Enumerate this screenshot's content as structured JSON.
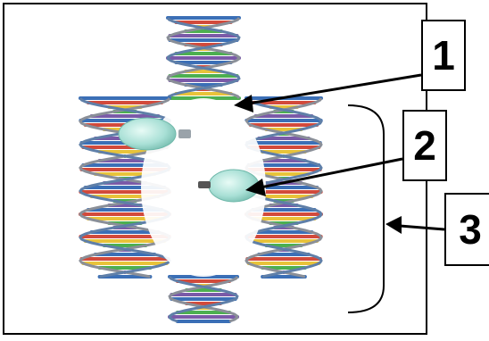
{
  "diagram": {
    "callouts": [
      {
        "id": "1",
        "label": "1"
      },
      {
        "id": "2",
        "label": "2"
      },
      {
        "id": "3",
        "label": "3"
      }
    ],
    "strand_colors": [
      "#3b6fb6",
      "#d24a3b",
      "#e8c33a",
      "#4caf50",
      "#7a5aa8",
      "#8a8f98"
    ],
    "enzyme_color": "#a9e0d6"
  }
}
